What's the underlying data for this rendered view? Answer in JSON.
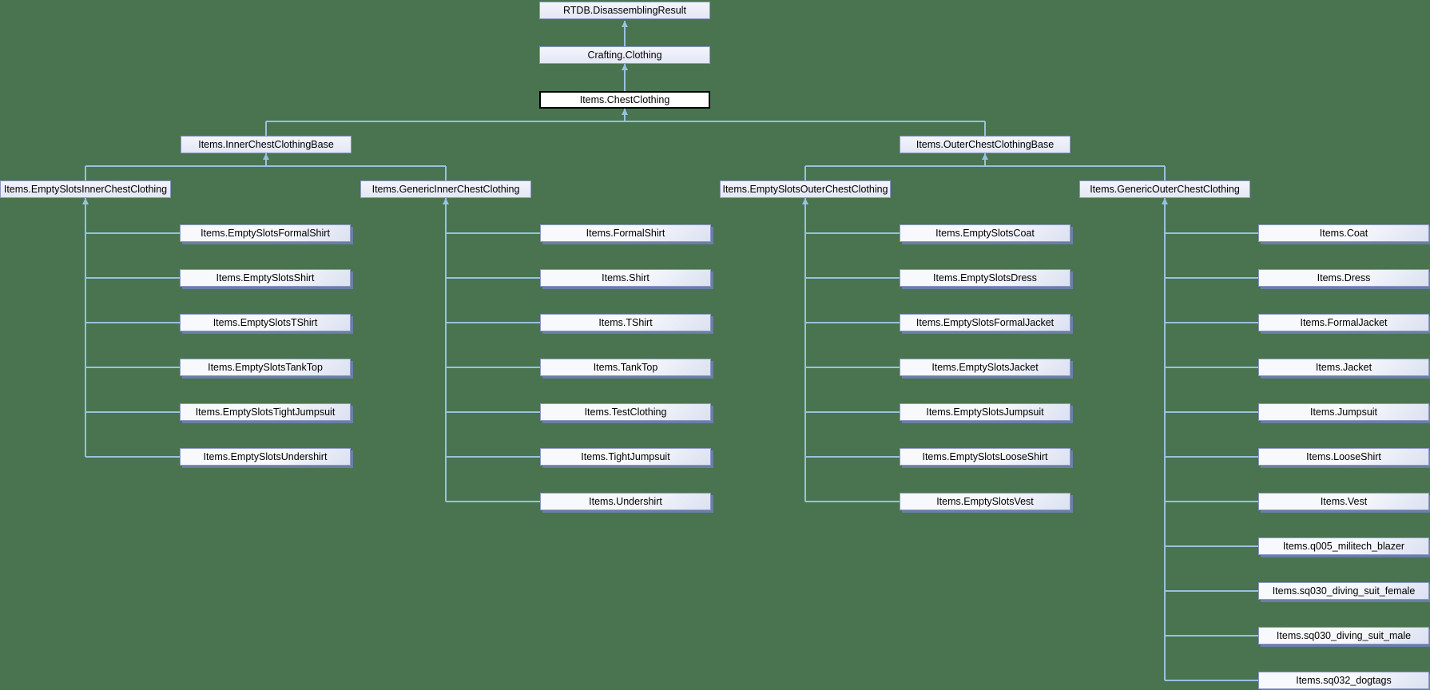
{
  "diagram": {
    "type": "class-inheritance-graph",
    "ancestors": [
      "RTDB.DisassemblingResult",
      "Crafting.Clothing"
    ],
    "focus_node": "Items.ChestClothing",
    "branches": [
      {
        "label": "Items.InnerChestClothingBase",
        "groups": [
          {
            "label": "Items.EmptySlotsInnerChestClothing",
            "leaves": [
              "Items.EmptySlotsFormalShirt",
              "Items.EmptySlotsShirt",
              "Items.EmptySlotsTShirt",
              "Items.EmptySlotsTankTop",
              "Items.EmptySlotsTightJumpsuit",
              "Items.EmptySlotsUndershirt"
            ]
          },
          {
            "label": "Items.GenericInnerChestClothing",
            "leaves": [
              "Items.FormalShirt",
              "Items.Shirt",
              "Items.TShirt",
              "Items.TankTop",
              "Items.TestClothing",
              "Items.TightJumpsuit",
              "Items.Undershirt"
            ]
          }
        ]
      },
      {
        "label": "Items.OuterChestClothingBase",
        "groups": [
          {
            "label": "Items.EmptySlotsOuterChestClothing",
            "leaves": [
              "Items.EmptySlotsCoat",
              "Items.EmptySlotsDress",
              "Items.EmptySlotsFormalJacket",
              "Items.EmptySlotsJacket",
              "Items.EmptySlotsJumpsuit",
              "Items.EmptySlotsLooseShirt",
              "Items.EmptySlotsVest"
            ]
          },
          {
            "label": "Items.GenericOuterChestClothing",
            "leaves": [
              "Items.Coat",
              "Items.Dress",
              "Items.FormalJacket",
              "Items.Jacket",
              "Items.Jumpsuit",
              "Items.LooseShirt",
              "Items.Vest",
              "Items.q005_militech_blazer",
              "Items.sq030_diving_suit_female",
              "Items.sq030_diving_suit_male",
              "Items.sq032_dogtags"
            ]
          }
        ]
      }
    ],
    "colors": {
      "background": "#4A7350",
      "connector": "#97C2DF",
      "node_border": "#8A99C4",
      "leaf_shadow": "#6A7EA8",
      "focus_fill": "#FFFFFF",
      "focus_border": "#000000",
      "text": "#000000"
    }
  }
}
